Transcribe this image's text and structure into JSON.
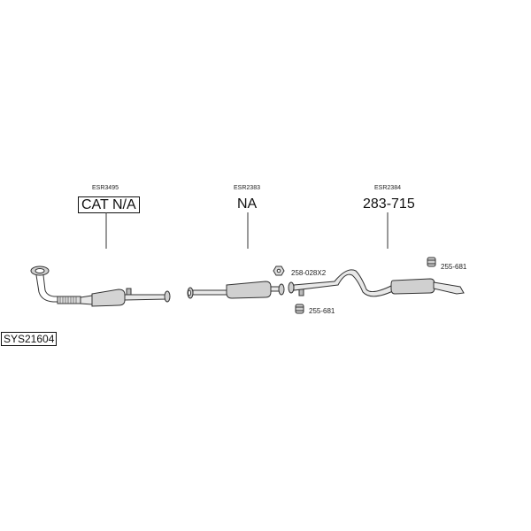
{
  "system_id": "SYS21604",
  "sections": [
    {
      "ref": "ESR3495",
      "part": "CAT N/A",
      "boxed": true
    },
    {
      "ref": "ESR2383",
      "part": "NA",
      "boxed": false
    },
    {
      "ref": "ESR2384",
      "part": "283-715",
      "boxed": false
    }
  ],
  "hardware": {
    "clamp_label": "258-028X2",
    "mount_label_mid": "255-681",
    "mount_label_rear": "255-681"
  }
}
